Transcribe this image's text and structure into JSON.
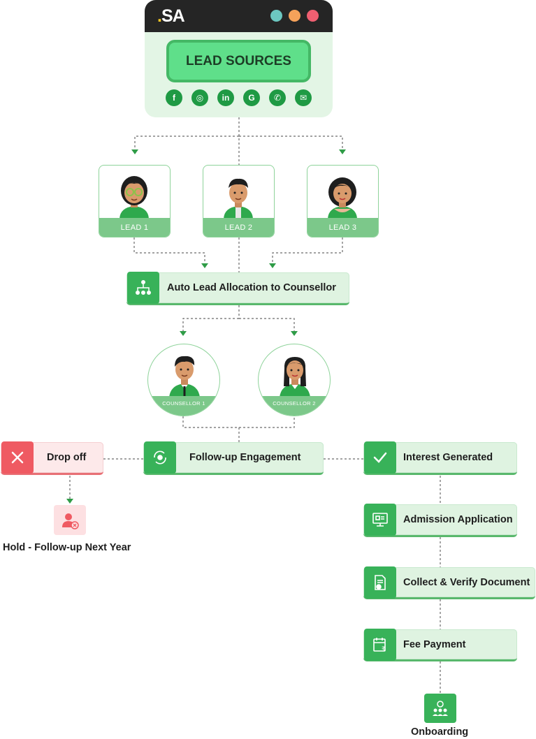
{
  "logo": {
    "text": "SA",
    "dot": "."
  },
  "header": {
    "title": "LEAD SOURCES"
  },
  "sources": [
    {
      "icon": "facebook-icon",
      "glyph": "f"
    },
    {
      "icon": "instagram-icon",
      "glyph": "◎"
    },
    {
      "icon": "linkedin-icon",
      "glyph": "in"
    },
    {
      "icon": "google-icon",
      "glyph": "G"
    },
    {
      "icon": "whatsapp-icon",
      "glyph": "✆"
    },
    {
      "icon": "email-icon",
      "glyph": "✉"
    }
  ],
  "leads": [
    {
      "label": "LEAD 1"
    },
    {
      "label": "LEAD 2"
    },
    {
      "label": "LEAD 3"
    }
  ],
  "allocation": {
    "label": "Auto Lead Allocation to Counsellor"
  },
  "counsellors": [
    {
      "label": "COUNSELLOR 1"
    },
    {
      "label": "COUNSELLOR 2"
    }
  ],
  "followup": {
    "label": "Follow-up Engagement"
  },
  "dropoff": {
    "label": "Drop off",
    "hold_label": "Hold - Follow-up Next Year"
  },
  "steps": [
    {
      "label": "Interest Generated"
    },
    {
      "label": "Admission Application"
    },
    {
      "label": "Collect & Verify Document"
    },
    {
      "label": "Fee Payment"
    }
  ],
  "onboarding": {
    "label": "Onboarding"
  },
  "colors": {
    "green": "#38b259",
    "light_green": "#dff3e1",
    "label_green": "#7cc88a",
    "red": "#ef5a62",
    "light_red": "#fde9ea",
    "dark": "#252525",
    "dot_teal": "#6cc7c0",
    "dot_orange": "#f5a25a",
    "dot_pink": "#ef5f71"
  }
}
